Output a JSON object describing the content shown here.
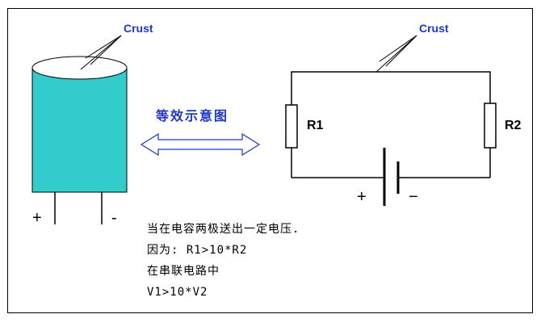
{
  "capacitor": {
    "crust_label": "Crust",
    "plus": "+",
    "minus": "-"
  },
  "equivalence": {
    "label": "等效示意图"
  },
  "circuit": {
    "crust_label": "Crust",
    "r1_label": "R1",
    "r2_label": "R2",
    "battery_plus": "+",
    "battery_minus": "−"
  },
  "notes": [
    "当在电容两极送出一定电压.",
    "因为: R1>10*R2",
    "在串联电路中",
    "V1>10*V2"
  ],
  "colors": {
    "cylinder_fill": "#33cccc",
    "label_blue": "#1d38c8",
    "arrow_fill": "#ffffff",
    "arrow_stroke": "#1d38c8"
  }
}
